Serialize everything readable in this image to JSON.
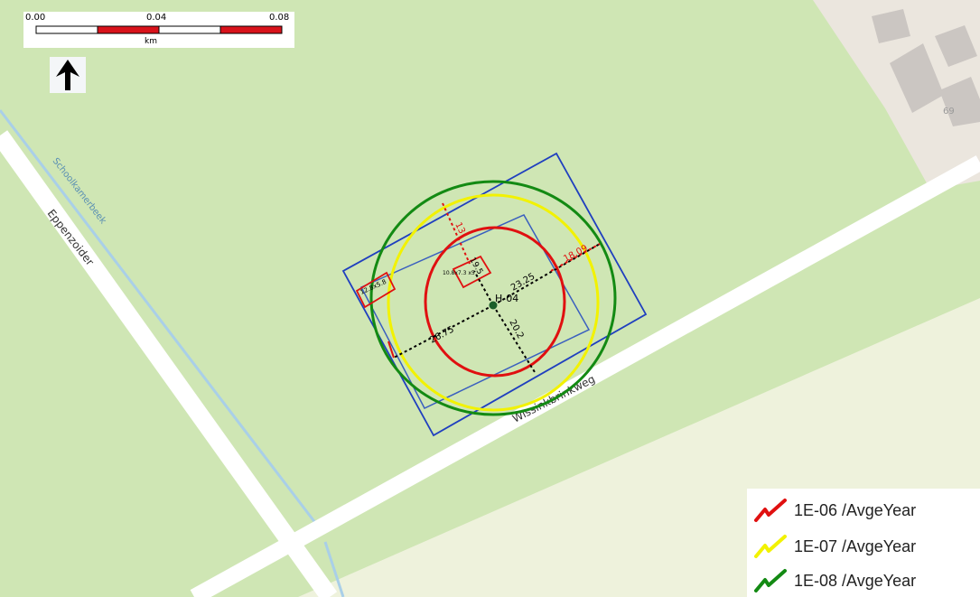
{
  "colors": {
    "grass": "#cfe6b4",
    "field": "#eef2dc",
    "road": "#ffffff",
    "water": "#a9cfe8",
    "building": "#cbc6c2",
    "building_area": "#ebe6de",
    "boundary": "#1f3fbf",
    "contour_1e06": "#e01010",
    "contour_1e07": "#f2f200",
    "contour_1e08": "#138a13"
  },
  "scale": {
    "ticks": [
      "0.00",
      "0.04",
      "0.08"
    ],
    "unit": "km"
  },
  "north_arrow": {
    "icon": "north-arrow-icon"
  },
  "map_labels": {
    "road_west": "Eppenzoider",
    "stream": "Schoolkamerbeek",
    "road_south": "Wissinkbrinkweg",
    "house_number": "69",
    "source": "H-04"
  },
  "dimensions": {
    "d1": "13",
    "d2": "18.09",
    "d3": "19.5",
    "d4": "23.25",
    "d5": "26.75",
    "d6": "20.2",
    "box1": "12.8x5.8",
    "box2": "10.8x7.3 x5"
  },
  "legend": [
    {
      "label": "1E-06 /AvgeYear",
      "color": "#e01010"
    },
    {
      "label": "1E-07 /AvgeYear",
      "color": "#f2f200"
    },
    {
      "label": "1E-08 /AvgeYear",
      "color": "#138a13"
    }
  ]
}
